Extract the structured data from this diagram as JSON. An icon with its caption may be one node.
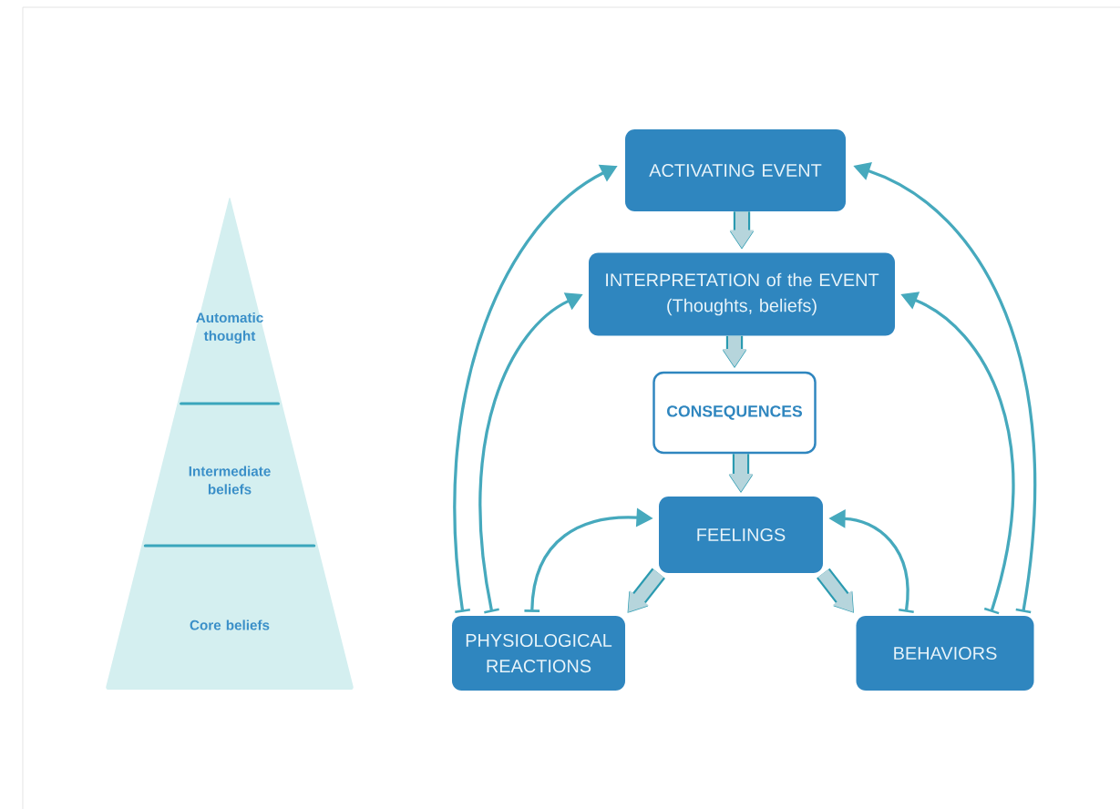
{
  "diagram": {
    "nodes": [
      {
        "text": [
          "Automatic thought",
          "Intermediate beliefs",
          "Core beliefs"
        ]
      },
      {
        "text": [
          "ACTIVATING EVENT"
        ]
      },
      {
        "text": [
          "INTERPRETATION of the EVENT",
          "(Thoughts, beliefs)"
        ]
      },
      {
        "text": [
          "CONSEQUENCES"
        ]
      },
      {
        "text": [
          "FEELINGS"
        ]
      },
      {
        "text": [
          "PHYSIOLOGICAL REACTIONS"
        ]
      },
      {
        "text": [
          "BEHAVIORS"
        ]
      }
    ],
    "edges": [
      {
        "from": 1,
        "to": 2,
        "arrow": "to",
        "style": "thick"
      },
      {
        "from": 2,
        "to": 3,
        "arrow": "to",
        "style": "thick"
      },
      {
        "from": 3,
        "to": 4,
        "arrow": "to",
        "style": "thick"
      },
      {
        "from": 4,
        "to": 5,
        "arrow": "to",
        "style": "thick"
      },
      {
        "from": 4,
        "to": 6,
        "arrow": "to",
        "style": "thick"
      },
      {
        "from": 5,
        "to": 1,
        "arrow": "to"
      },
      {
        "from": 5,
        "to": 2,
        "arrow": "to"
      },
      {
        "from": 5,
        "to": 4,
        "arrow": "to"
      },
      {
        "from": 6,
        "to": 4,
        "arrow": "to"
      },
      {
        "from": 6,
        "to": 2,
        "arrow": "to"
      },
      {
        "from": 6,
        "to": 1,
        "arrow": "to"
      }
    ]
  }
}
